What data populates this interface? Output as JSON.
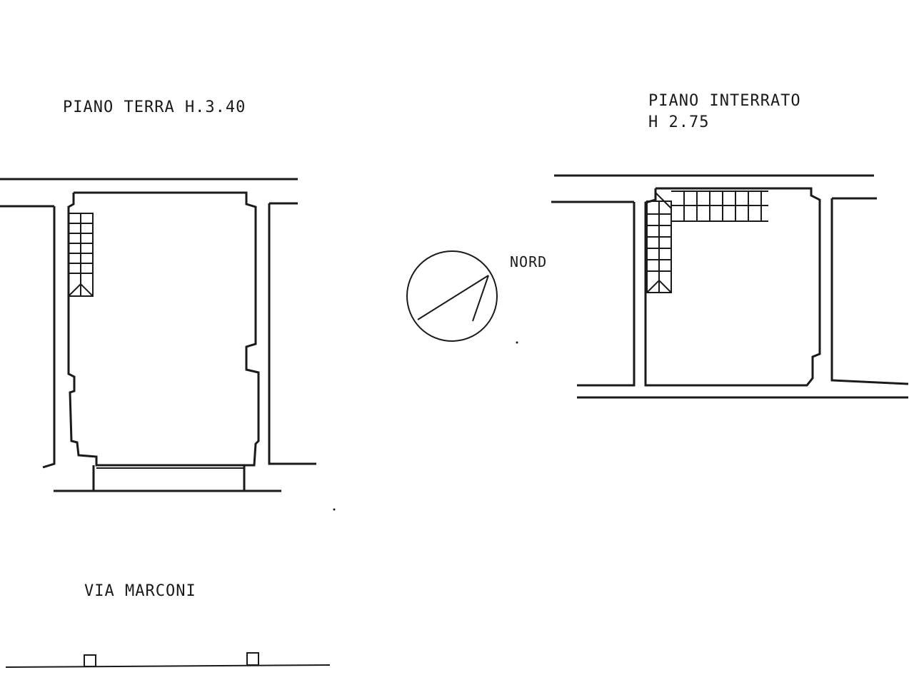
{
  "ground_floor": {
    "title": "PIANO TERRA H.3.40"
  },
  "basement": {
    "title_line1": "PIANO INTERRATO",
    "title_line2": "H 2.75"
  },
  "compass": {
    "label": "NORD"
  },
  "street": {
    "name": "VIA MARCONI"
  },
  "colors": {
    "line": "#1a1a1a",
    "background": "#ffffff"
  }
}
